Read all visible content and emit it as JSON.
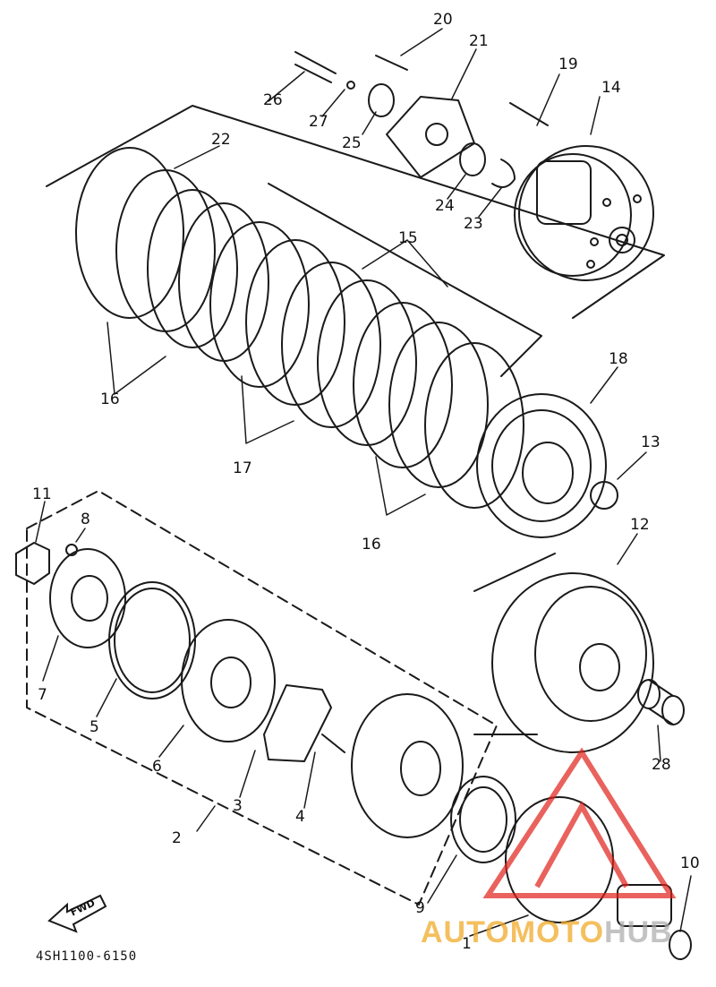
{
  "diagram": {
    "part_labels": [
      "1",
      "2",
      "3",
      "4",
      "5",
      "6",
      "7",
      "8",
      "9",
      "10",
      "11",
      "12",
      "13",
      "14",
      "15",
      "16",
      "16",
      "17",
      "18",
      "19",
      "20",
      "21",
      "22",
      "23",
      "24",
      "25",
      "26",
      "27",
      "28"
    ],
    "fwd_label": "FWD",
    "catalog_code": "4SH1100-6150",
    "watermark": {
      "part1": "AUTOMOTO",
      "part2": "HUB"
    },
    "colors": {
      "line": "#1a1a1a",
      "watermark_red": "#e0201a",
      "watermark_orange": "#f0a828",
      "watermark_gray": "#a0a0a0"
    }
  }
}
